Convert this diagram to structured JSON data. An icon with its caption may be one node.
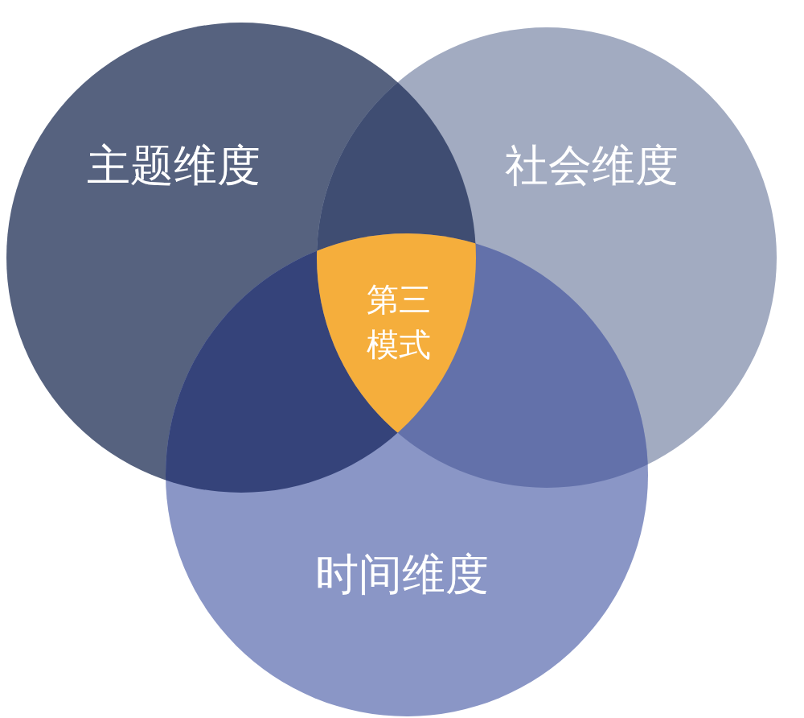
{
  "diagram": {
    "nodes": [
      {
        "text": [
          "主题维度"
        ]
      },
      {
        "text": [
          "社会维度"
        ]
      },
      {
        "text": [
          "时间维度"
        ]
      },
      {
        "text": [
          "第三模式"
        ]
      }
    ]
  }
}
